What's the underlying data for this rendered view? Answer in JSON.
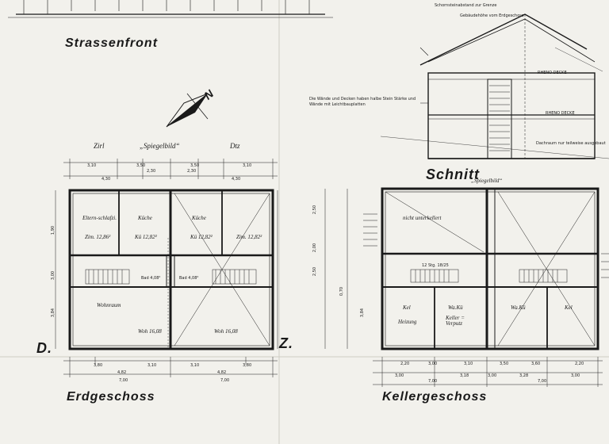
{
  "titles": {
    "street_front": "Strassenfront",
    "section": "Schnitt",
    "ground_floor": "Erdgeschoss",
    "basement": "Kellergeschoss",
    "header_left": "Zirl",
    "header_mid": "„Spiegelbild“",
    "header_right": "Dtz",
    "section_sub": "„Spiegelbild“",
    "marker_left": "D.",
    "marker_right": "Z.",
    "north": "N"
  },
  "ground_rooms": {
    "kitchen_a": "Küche",
    "kitchen_b": "Küche",
    "room_left": "Eltern-schlafzi.",
    "zim_left": "Zim. 12,86²",
    "kue_left": "Kü 12,82²",
    "kue_right": "Kü 12,82²",
    "zim_right": "Zim. 12,82²",
    "bath_left": "Bad 4,08²",
    "bath_right": "Bad 4,08²",
    "living_left": "Wohnraum",
    "woh_left": "Woh 16,08",
    "woh_right": "Woh 16,08"
  },
  "basement_rooms": {
    "not_basemented": "nicht unterkellert",
    "stairs": "12 Stg. 18/25",
    "kel_left": "Kel",
    "heizung": "Heizung",
    "waschk_left": "Wa.Kü",
    "keller_verpl": "Keller = Verputz",
    "waschk_right": "Wa.Kü",
    "kel_right": "Kel"
  },
  "section_notes": {
    "note_top": "Schornsteinabstand zur Grenze",
    "note_top2": "Gebäudehöhe vom Erdgeschoss",
    "deck_1": "RHENO DECKE",
    "deck_2": "RHENO DECKE",
    "note_side": "Die Wände und Decken haben halbe Stein Stärke und Wände mit Leichtbauplatten",
    "note_right": "Dachraum nur teilweise ausgebaut"
  },
  "dimensions": {
    "gf_top": [
      "3,10",
      "2,30",
      "3,50",
      "3,50",
      "2,30",
      "3,10"
    ],
    "gf_top2": [
      "4,30",
      "2,30",
      "3,50",
      "2,30",
      "4,30"
    ],
    "gf_bottom": [
      "3,80",
      "4,82",
      "3,10",
      "3,10",
      "4,82",
      "3,80"
    ],
    "gf_total": [
      "7,00",
      "7,00"
    ],
    "bs_bottom": [
      "2,20",
      "3,00",
      "3,10",
      "3,50",
      "3,60",
      "2,20"
    ],
    "bs_bottom2": [
      "3,00",
      "3,18",
      "3,00",
      "3,28",
      "3,00"
    ],
    "bs_total": [
      "7,00",
      "7,00"
    ],
    "left_side": [
      "1,90",
      "3,00",
      "3,84"
    ],
    "bs_side": [
      "2,50",
      "2,00",
      "2,50",
      "0,70",
      "3,84"
    ]
  },
  "colors": {
    "paper": "#f2f1ec",
    "ink": "#1a1a1a",
    "hatch": "#555555"
  }
}
